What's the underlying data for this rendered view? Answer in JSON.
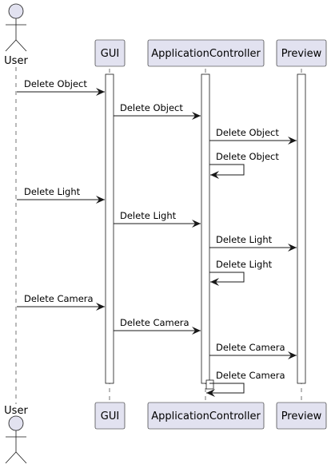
{
  "participants": [
    {
      "id": "user",
      "label": "User",
      "kind": "actor"
    },
    {
      "id": "gui",
      "label": "GUI",
      "kind": "participant"
    },
    {
      "id": "app",
      "label": "ApplicationController",
      "kind": "participant"
    },
    {
      "id": "preview",
      "label": "Preview",
      "kind": "participant"
    }
  ],
  "messages": [
    {
      "from": "user",
      "to": "gui",
      "label": "Delete Object"
    },
    {
      "from": "gui",
      "to": "app",
      "label": "Delete Object"
    },
    {
      "from": "app",
      "to": "preview",
      "label": "Delete Object"
    },
    {
      "from": "app",
      "to": "app",
      "label": "Delete Object"
    },
    {
      "from": "user",
      "to": "gui",
      "label": "Delete Light"
    },
    {
      "from": "gui",
      "to": "app",
      "label": "Delete Light"
    },
    {
      "from": "app",
      "to": "preview",
      "label": "Delete Light"
    },
    {
      "from": "app",
      "to": "app",
      "label": "Delete Light"
    },
    {
      "from": "user",
      "to": "gui",
      "label": "Delete Camera"
    },
    {
      "from": "gui",
      "to": "app",
      "label": "Delete Camera"
    },
    {
      "from": "app",
      "to": "preview",
      "label": "Delete Camera"
    },
    {
      "from": "app",
      "to": "app",
      "label": "Delete Camera"
    }
  ],
  "colors": {
    "participant_fill": "#e2e2f0",
    "line": "#181818",
    "text": "#000000"
  }
}
